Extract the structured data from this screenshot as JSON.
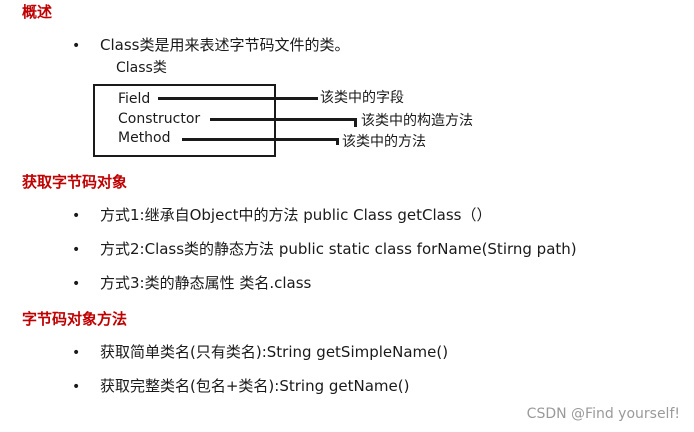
{
  "section1": {
    "title": "概述",
    "bullet": "Class类是用来表述字节码文件的类。",
    "box_title": "Class类",
    "fields": [
      {
        "name": "Field",
        "desc": "该类中的字段"
      },
      {
        "name": "Constructor",
        "desc": "该类中的构造方法"
      },
      {
        "name": "Method",
        "desc": "该类中的方法"
      }
    ]
  },
  "section2": {
    "title": "获取字节码对象",
    "bullets": [
      "方式1:继承自Object中的方法  public Class getClass（）",
      "方式2:Class类的静态方法  public static class forName(Stirng path)",
      "方式3:类的静态属性 类名.class"
    ]
  },
  "section3": {
    "title": "字节码对象方法",
    "bullets": [
      "获取简单类名(只有类名):String getSimpleName()",
      "获取完整类名(包名+类名):String getName()"
    ]
  },
  "bullet_symbol": "•",
  "watermark": "CSDN @Find yourself!"
}
